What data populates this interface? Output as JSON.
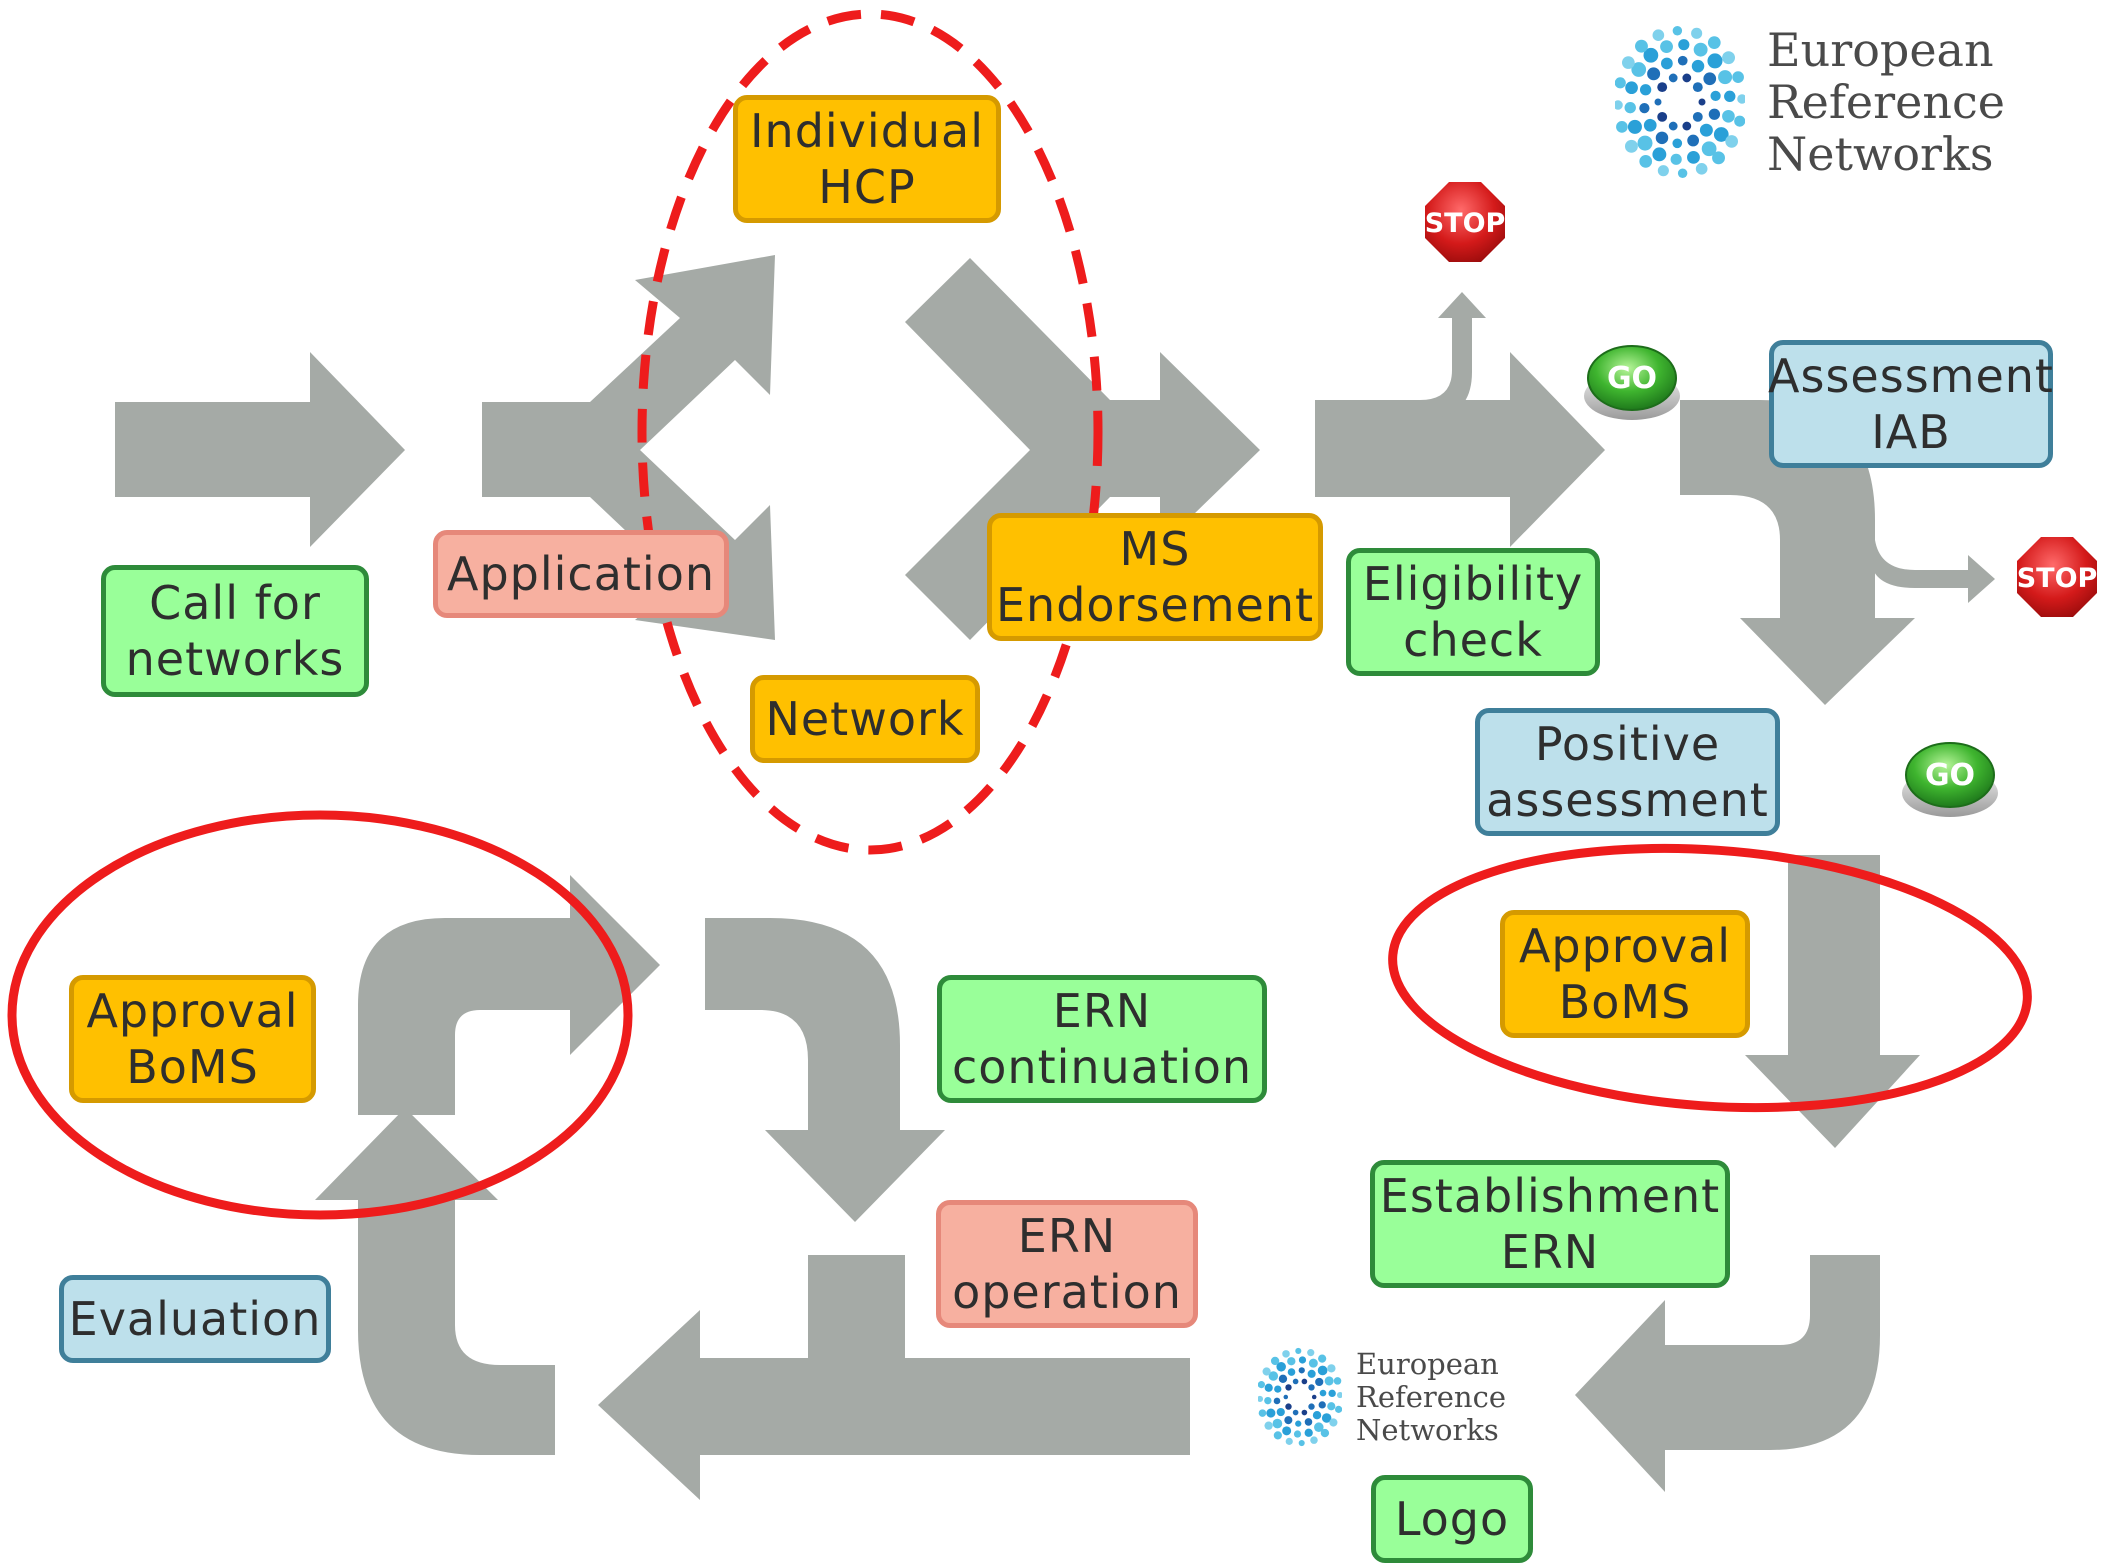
{
  "boxes": {
    "call_for_networks": {
      "line1": "Call for",
      "line2": "networks"
    },
    "application": {
      "line1": "Application"
    },
    "individual_hcp": {
      "line1": "Individual",
      "line2": "HCP"
    },
    "network": {
      "line1": "Network"
    },
    "ms_endorsement": {
      "line1": "MS",
      "line2": "Endorsement"
    },
    "eligibility_check": {
      "line1": "Eligibility",
      "line2": "check"
    },
    "assessment_iab": {
      "line1": "Assessment",
      "line2": "IAB"
    },
    "positive_assessment": {
      "line1": "Positive",
      "line2": "assessment"
    },
    "approval_boms_right": {
      "line1": "Approval",
      "line2": "BoMS"
    },
    "establishment_ern": {
      "line1": "Establishment",
      "line2": "ERN"
    },
    "logo_label": {
      "line1": "Logo"
    },
    "ern_continuation": {
      "line1": "ERN",
      "line2": "continuation"
    },
    "ern_operation": {
      "line1": "ERN",
      "line2": "operation"
    },
    "approval_boms_left": {
      "line1": "Approval",
      "line2": "BoMS"
    },
    "evaluation": {
      "line1": "Evaluation"
    }
  },
  "signs": {
    "stop": "STOP",
    "go": "GO"
  },
  "logo": {
    "line1": "European",
    "line2": "Reference",
    "line3": "Networks"
  },
  "colors": {
    "arrow": "#a5aaa6",
    "highlight_red": "#ee1c1c",
    "green_box": "#99ff99",
    "orange_box": "#ffc000",
    "salmon_box": "#f7b0a0",
    "blue_box": "#bde0eb"
  },
  "icons": [
    "stop-sign-icon",
    "go-button-icon",
    "ern-logo-icon"
  ]
}
